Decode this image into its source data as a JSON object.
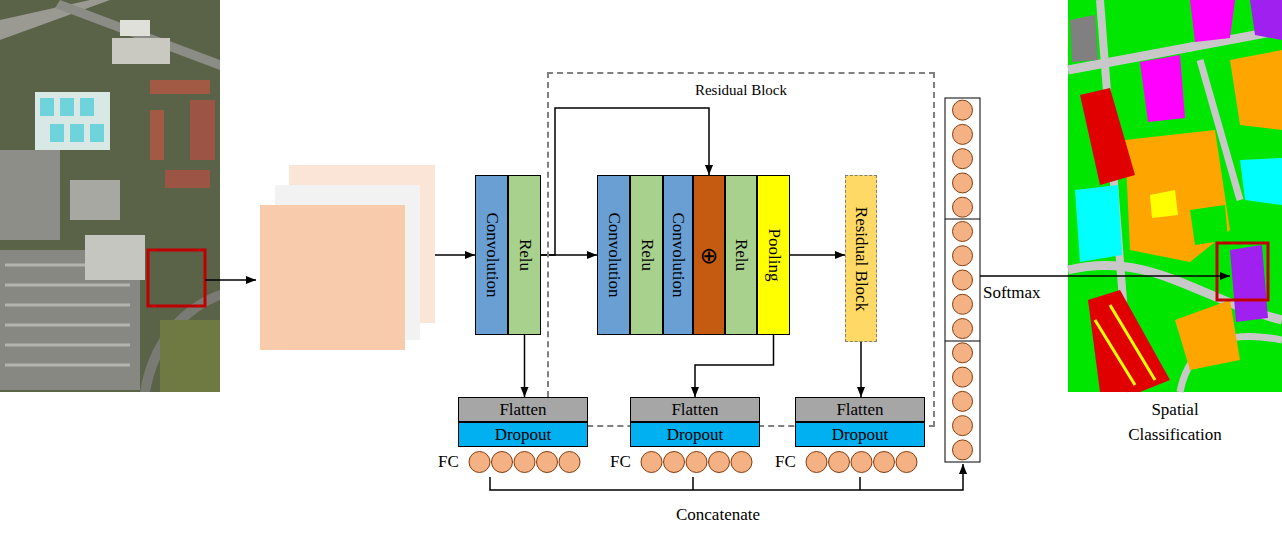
{
  "diagram": {
    "nodes": [
      {
        "text": [
          "Convolution"
        ]
      },
      {
        "text": [
          "Relu"
        ]
      },
      {
        "text": [
          "Residual Block"
        ]
      },
      {
        "text": [
          "Convolution"
        ],
        "in": 2
      },
      {
        "text": [
          "Relu"
        ],
        "in": 2
      },
      {
        "text": [
          "Convolution"
        ],
        "in": 2
      },
      {
        "text": [
          "⊕"
        ],
        "in": 2
      },
      {
        "text": [
          "Relu"
        ],
        "in": 2
      },
      {
        "text": [
          "Pooling"
        ],
        "in": 2
      },
      {
        "text": [
          "Residual Block"
        ]
      },
      {
        "text": [
          "Flatten"
        ]
      },
      {
        "text": [
          "Dropout"
        ]
      },
      {
        "text": [
          "FC"
        ]
      },
      {
        "text": [
          "Flatten"
        ]
      },
      {
        "text": [
          "Dropout"
        ]
      },
      {
        "text": [
          "FC"
        ]
      },
      {
        "text": [
          "Flatten"
        ]
      },
      {
        "text": [
          "Dropout"
        ]
      },
      {
        "text": [
          "FC"
        ]
      }
    ],
    "edges": [
      {
        "from": 1,
        "to": 3,
        "arrow": "to"
      },
      {
        "from": 1,
        "to": 6,
        "arrow": "to"
      },
      {
        "from": 8,
        "to": 9,
        "arrow": "to"
      },
      {
        "from": 1,
        "to": 10,
        "arrow": "to"
      },
      {
        "from": 8,
        "to": 13,
        "arrow": "to"
      },
      {
        "from": 9,
        "to": 16,
        "arrow": "to"
      }
    ],
    "labels": [
      "Softmax",
      "Concatenate",
      "Spatial Classification"
    ]
  }
}
